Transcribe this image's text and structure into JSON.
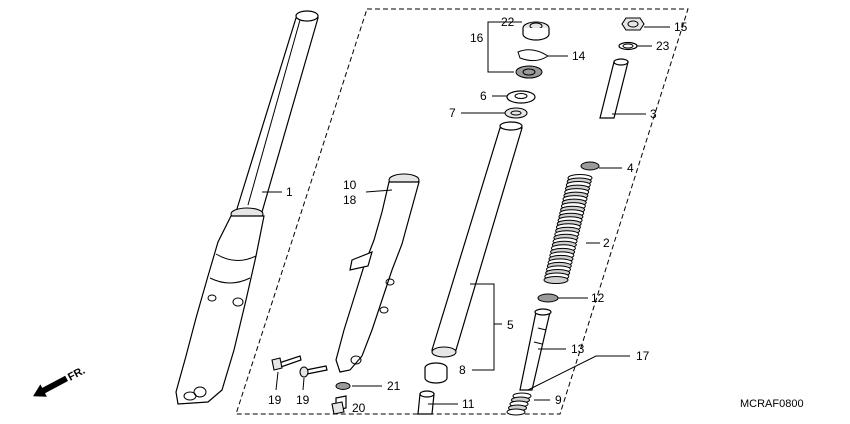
{
  "diagram": {
    "code": "MCRAF0800",
    "direction_label": "FR.",
    "callouts": [
      {
        "id": "1",
        "text": "1"
      },
      {
        "id": "2",
        "text": "2"
      },
      {
        "id": "3",
        "text": "3"
      },
      {
        "id": "4",
        "text": "4"
      },
      {
        "id": "5",
        "text": "5"
      },
      {
        "id": "6",
        "text": "6"
      },
      {
        "id": "7",
        "text": "7"
      },
      {
        "id": "8",
        "text": "8"
      },
      {
        "id": "9",
        "text": "9"
      },
      {
        "id": "10",
        "text": "10"
      },
      {
        "id": "11",
        "text": "11"
      },
      {
        "id": "12",
        "text": "12"
      },
      {
        "id": "13",
        "text": "13"
      },
      {
        "id": "14",
        "text": "14"
      },
      {
        "id": "15",
        "text": "15"
      },
      {
        "id": "16",
        "text": "16"
      },
      {
        "id": "17",
        "text": "17"
      },
      {
        "id": "18",
        "text": "18"
      },
      {
        "id": "19a",
        "text": "19"
      },
      {
        "id": "19b",
        "text": "19"
      },
      {
        "id": "20",
        "text": "20"
      },
      {
        "id": "21",
        "text": "21"
      },
      {
        "id": "22",
        "text": "22"
      },
      {
        "id": "23",
        "text": "23"
      }
    ]
  }
}
